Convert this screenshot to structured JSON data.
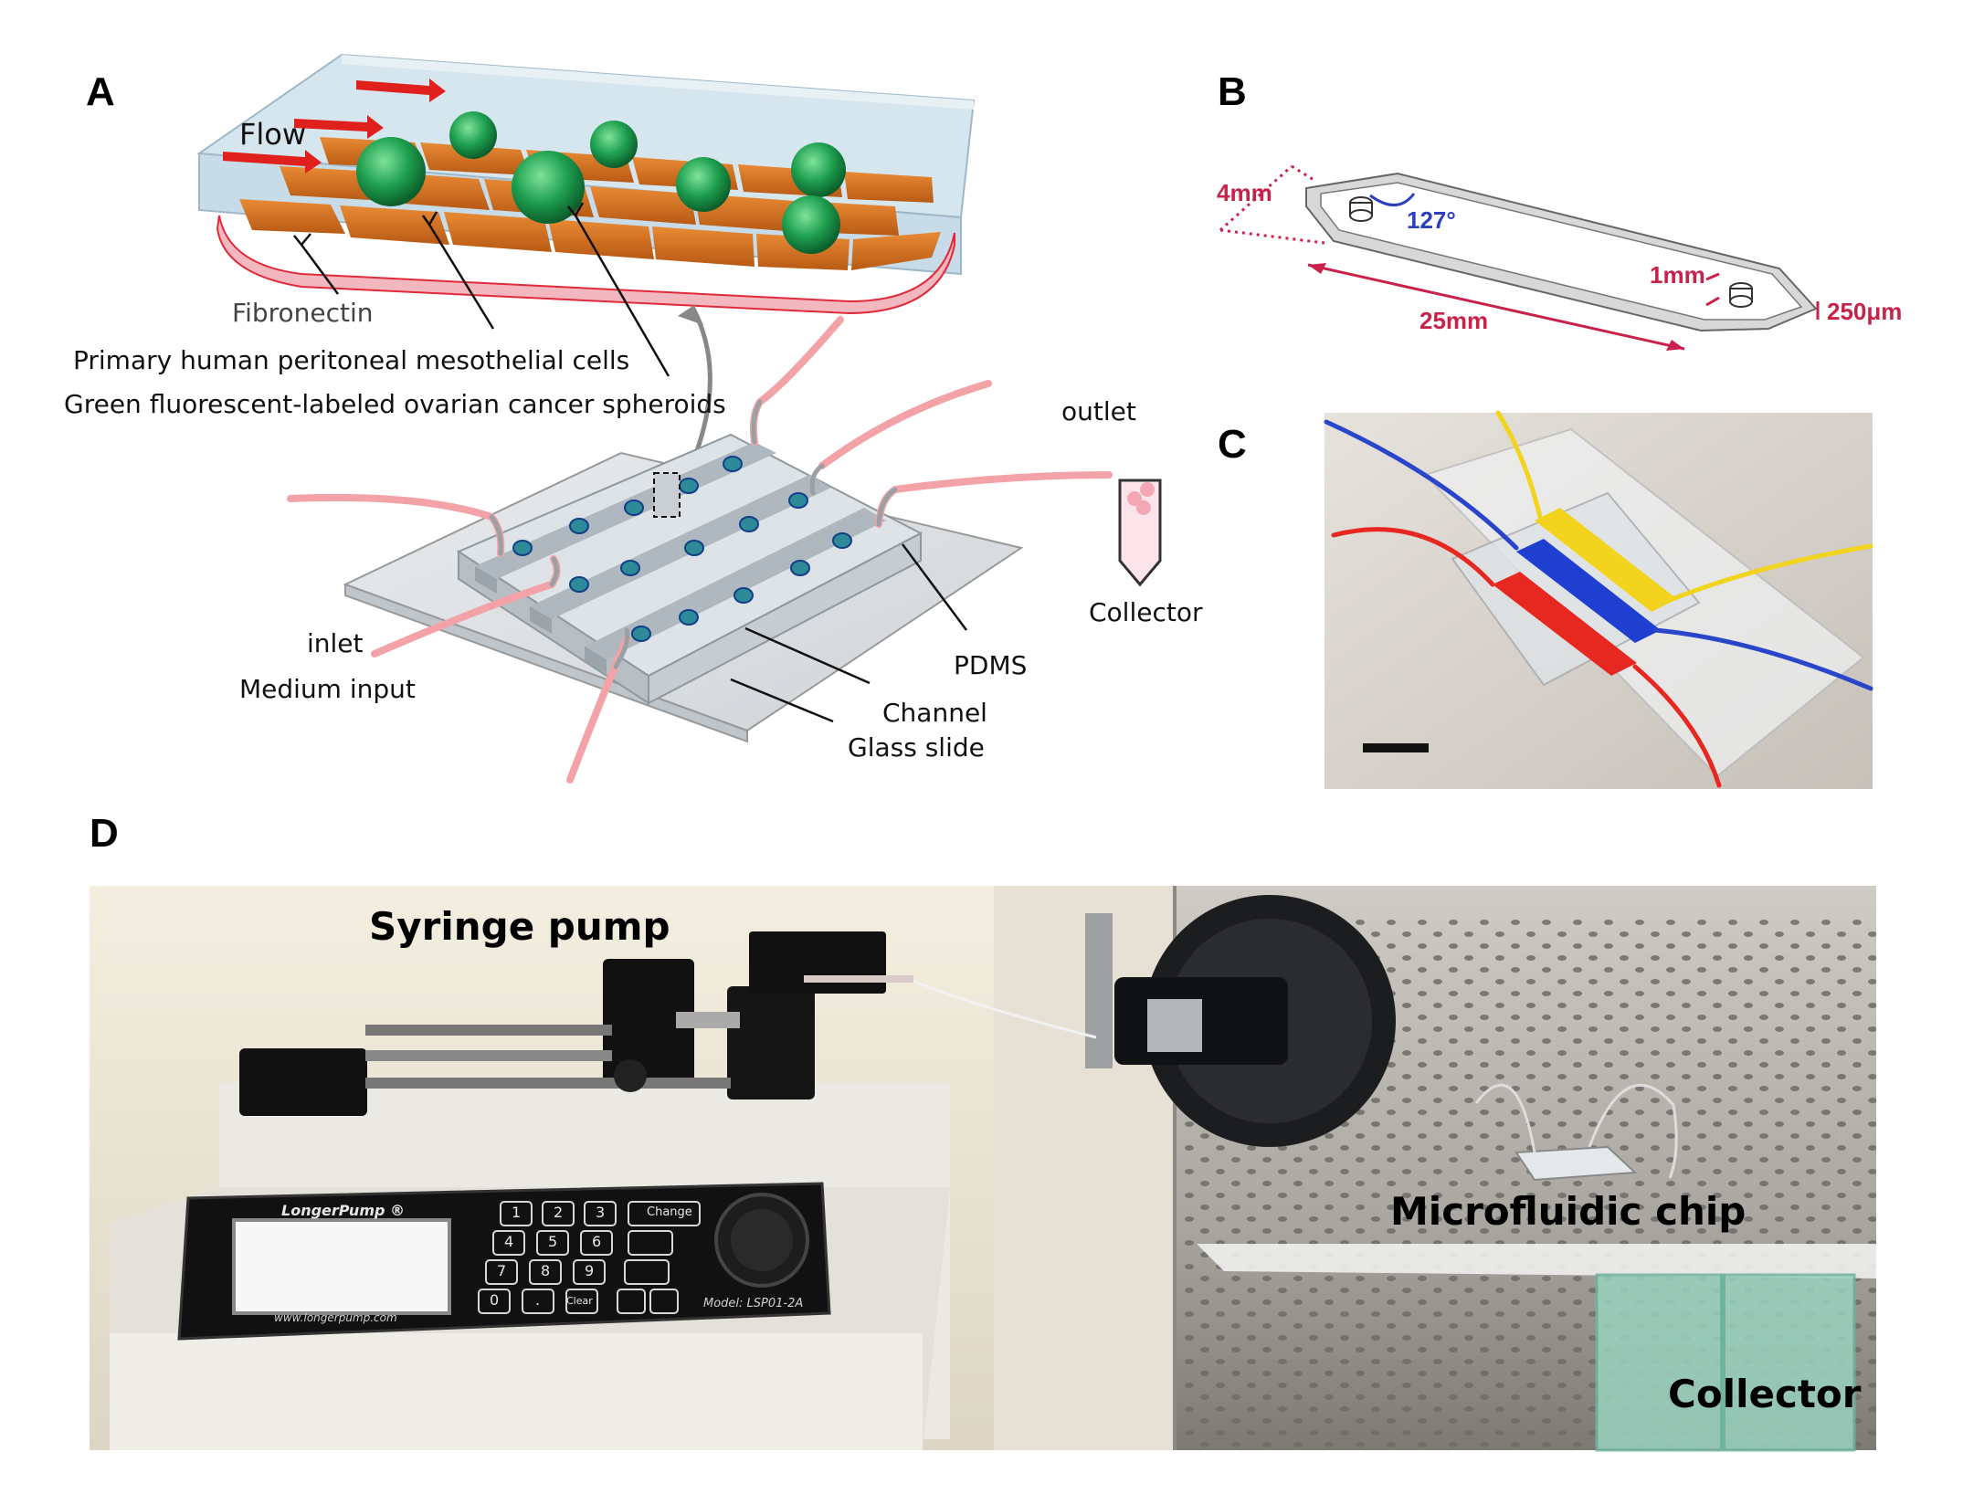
{
  "panels": {
    "a": "A",
    "b": "B",
    "c": "C",
    "d": "D"
  },
  "panel_a": {
    "flow": "Flow",
    "fibronectin": "Fibronectin",
    "mesothelial": "Primary human peritoneal mesothelial cells",
    "spheroids": "Green fluorescent-labeled ovarian cancer spheroids",
    "outlet": "outlet",
    "collector": "Collector",
    "inlet": "inlet",
    "medium_input": "Medium input",
    "pdms": "PDMS",
    "channel": "Channel",
    "glass_slide": "Glass slide"
  },
  "panel_b": {
    "height": "4mm",
    "angle": "127°",
    "width": "1mm",
    "length": "25mm",
    "depth": "250μm"
  },
  "panel_d": {
    "syringe_pump": "Syringe pump",
    "microfluidic_chip": "Microfluidic chip",
    "collector": "Collector",
    "pump_brand": "LongerPump ®",
    "pump_model": "Model: LSP01-2A",
    "pump_url": "www.longerpump.com",
    "key_change": "Change",
    "key_clear": "Clear",
    "keys": [
      "1",
      "2",
      "3",
      "4",
      "5",
      "6",
      "7",
      "8",
      "9",
      "0",
      "."
    ]
  },
  "colors": {
    "flow_arrow": "#e0201c",
    "cell_orange": "#d9711e",
    "spheroid_green": "#1fa050",
    "dimension_red": "#c8224a",
    "angle_blue": "#2a3fbf"
  }
}
